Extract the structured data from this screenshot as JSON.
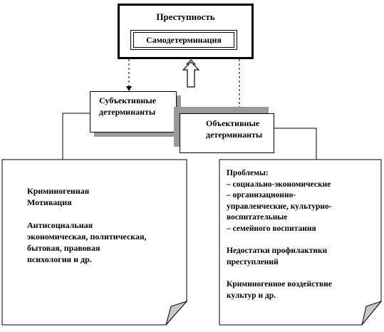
{
  "top_box": {
    "title": "Преступность",
    "inner_label": "Самодетерминация"
  },
  "subjective_box": {
    "lines": [
      "Субъективные",
      "детерминанты"
    ]
  },
  "objective_box": {
    "lines": [
      "Объективные",
      "детерминанты"
    ]
  },
  "left_note": {
    "paragraphs": [
      [
        "Криминогенная",
        "Мотивация"
      ],
      [
        "Антисоциальная",
        "экономическая, политическая,",
        "бытовая, правовая",
        "психология  и др."
      ]
    ]
  },
  "right_note": {
    "paragraphs": [
      [
        "Проблемы:",
        "–  социально-экономические",
        "– организационно-",
        "управленческие, культурно-",
        "воспитательные",
        "– семейного  воспитания"
      ],
      [
        "Недостатки профилактики",
        "преступлений"
      ],
      [
        "Криминогенное  воздействие",
        "культур и др."
      ]
    ]
  }
}
